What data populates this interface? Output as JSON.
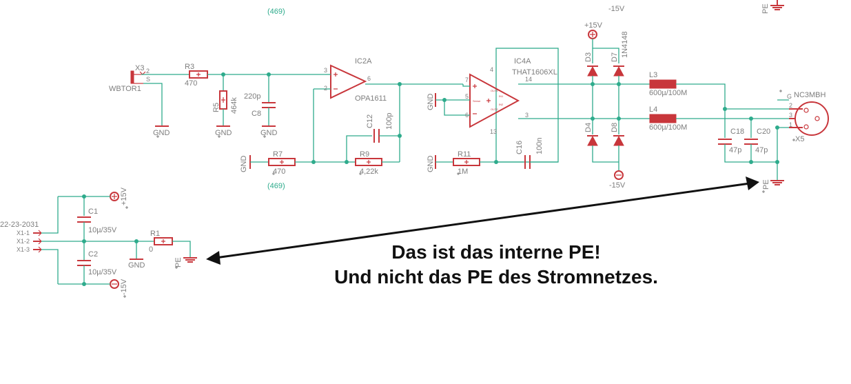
{
  "labels": {
    "x3": "X3",
    "x3_pin2": "2",
    "x3_pinS": "S",
    "x3_value": "WBTOR1",
    "r3": "R3",
    "r3_value": "470",
    "r5": "R5",
    "r5_value": "464k",
    "c8": "C8",
    "c8_value": "220p",
    "ic2a": "IC2A",
    "ic2a_value": "OPA1611",
    "pin3": "3",
    "pin2": "2",
    "pin6": "6",
    "c12": "C12",
    "c12_value": "100p",
    "r9": "R9",
    "r9_value": "4,22k",
    "r7": "R7",
    "r7_value": "470",
    "ic4a": "IC4A",
    "ic4a_value": "THAT1606XL",
    "pin7": "7",
    "pin5": "5",
    "pin6b": "6",
    "pin4": "4",
    "pin14": "14",
    "pin3b": "3",
    "pin13": "13",
    "r11": "R11",
    "r11_value": "1M",
    "c16": "C16",
    "c16_value": "100n",
    "d3": "D3",
    "d7": "D7",
    "d7_value": "1N4148",
    "d4": "D4",
    "d8": "D8",
    "l3": "L3",
    "l3_value": "600µ/100M",
    "l4": "L4",
    "l4_value": "600µ/100M",
    "c18": "C18",
    "c18_value": "47p",
    "c20": "C20",
    "c20_value": "47p",
    "x5_value": "NC3MBH",
    "x5_g": "G",
    "x5_pin2": "2",
    "x5_pin3": "3",
    "x5_pin1": "1",
    "x5": "X5",
    "gnd": "GND",
    "plus15": "+15V",
    "minus15": "-15V",
    "pe": "PE",
    "net469": "(469)",
    "c1": "C1",
    "c1_value": "10µ/35V",
    "c2": "C2",
    "c2_value": "10µ/35V",
    "r1": "R1",
    "r1_value": "0",
    "conn_value": "22-23-2031",
    "x1_1": "X1-1",
    "x1_2": "X1-2",
    "x1_3": "X1-3",
    "chip_in1": "IN1",
    "chip_in2": "IN2",
    "chip_sense": "Sense",
    "chip_out1": "OUT1",
    "chip_out2": "OUT2"
  },
  "annotation": {
    "line1": "Das ist das interne PE!",
    "line2": "Und nicht das PE des Stromnetzes."
  },
  "colors": {
    "wire": "#2eab8c",
    "symbol": "#c8363b",
    "label": "#7d7d7d",
    "annotation": "#111111"
  }
}
